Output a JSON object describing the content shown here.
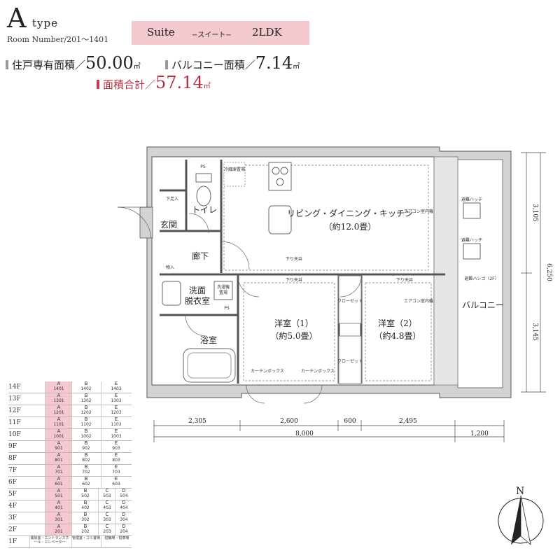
{
  "header": {
    "type_letter": "A",
    "type_word": "type",
    "room_number": "Room Number/201〜1401",
    "suite_label": "Suite",
    "suite_kana": "−スイート−",
    "layout": "2LDK"
  },
  "areas": {
    "private_label": "住戸専有面積／",
    "private_value": "50.00",
    "private_unit": "㎡",
    "balcony_label": "バルコニー面積／",
    "balcony_value": "7.14",
    "balcony_unit": "㎡",
    "total_label": "面積合計／",
    "total_value": "57.14",
    "total_unit": "㎡"
  },
  "rooms": {
    "ldk_name": "リビング・ダイニング・キッチン",
    "ldk_size": "（約12.0畳）",
    "western1_name": "洋室（1）",
    "western1_size": "（約5.0畳）",
    "western2_name": "洋室（2）",
    "western2_size": "（約4.8畳）",
    "entrance": "玄関",
    "toilet": "トイレ",
    "hallway": "廊下",
    "wash1": "洗面",
    "wash2": "脱衣室",
    "bath": "浴室",
    "balcony": "バルコニー",
    "storage": "物入",
    "shoebox": "下足入",
    "ps1": "PS",
    "ps2": "PS",
    "fridge": "冷蔵庫置場",
    "washer1": "洗濯機",
    "washer2": "置場",
    "closet1": "クローゼット",
    "closet2": "クローゼット",
    "hatch1": "避難ハッチ",
    "hatch2": "避難ハッチ",
    "ladder": "避難ハシゴ（2F）",
    "ceiling1": "下り天井",
    "ceiling2": "下り天井",
    "ceiling3": "下り天井",
    "aircon1": "エアコン室内機",
    "aircon2": "エアコン室内機",
    "curtain1": "カーテンボックス",
    "curtain2": "カーテンボックス"
  },
  "dimensions": {
    "d1": "2,305",
    "d2": "2,600",
    "d3": "600",
    "d4": "2,495",
    "total": "8,000",
    "balcony_depth": "1,200",
    "v1": "3,105",
    "v2": "3,145",
    "vtotal": "6,250"
  },
  "floor_table": {
    "floors": [
      {
        "floor": "14F",
        "cells": [
          [
            "A",
            "1401"
          ],
          [
            "B",
            "1402"
          ],
          [
            "E",
            "1403"
          ]
        ]
      },
      {
        "floor": "13F",
        "cells": [
          [
            "A",
            "1301"
          ],
          [
            "B",
            "1302"
          ],
          [
            "E",
            "1303"
          ]
        ]
      },
      {
        "floor": "12F",
        "cells": [
          [
            "A",
            "1201"
          ],
          [
            "B",
            "1202"
          ],
          [
            "E",
            "1203"
          ]
        ]
      },
      {
        "floor": "11F",
        "cells": [
          [
            "A",
            "1101"
          ],
          [
            "B",
            "1102"
          ],
          [
            "E",
            "1103"
          ]
        ]
      },
      {
        "floor": "10F",
        "cells": [
          [
            "A",
            "1001"
          ],
          [
            "B",
            "1002"
          ],
          [
            "E",
            "1003"
          ]
        ]
      },
      {
        "floor": "9F",
        "cells": [
          [
            "A",
            "901"
          ],
          [
            "B",
            "902"
          ],
          [
            "E",
            "903"
          ]
        ]
      },
      {
        "floor": "8F",
        "cells": [
          [
            "A",
            "801"
          ],
          [
            "B",
            "802"
          ],
          [
            "E",
            "803"
          ]
        ]
      },
      {
        "floor": "7F",
        "cells": [
          [
            "A",
            "701"
          ],
          [
            "B",
            "702"
          ],
          [
            "E",
            "703"
          ]
        ]
      },
      {
        "floor": "6F",
        "cells": [
          [
            "A",
            "601"
          ],
          [
            "B",
            "602"
          ],
          [
            "E",
            "603"
          ]
        ]
      },
      {
        "floor": "5F",
        "cells": [
          [
            "A",
            "501"
          ],
          [
            "B",
            "502"
          ],
          [
            "C",
            "503"
          ],
          [
            "D",
            "504"
          ]
        ]
      },
      {
        "floor": "4F",
        "cells": [
          [
            "A",
            "401"
          ],
          [
            "B",
            "402"
          ],
          [
            "C",
            "403"
          ],
          [
            "D",
            "404"
          ]
        ]
      },
      {
        "floor": "3F",
        "cells": [
          [
            "A",
            "301"
          ],
          [
            "B",
            "302"
          ],
          [
            "C",
            "303"
          ],
          [
            "D",
            "304"
          ]
        ]
      },
      {
        "floor": "2F",
        "cells": [
          [
            "A",
            "201"
          ],
          [
            "B",
            "202"
          ],
          [
            "C",
            "203"
          ],
          [
            "D",
            "204"
          ]
        ]
      },
      {
        "floor": "1F",
        "cells": [
          [
            "風除室・エントランスホール・エレベーター",
            ""
          ],
          [
            "管理室・ゴミ置場",
            ""
          ],
          [
            "駐輪場・駐車場",
            ""
          ]
        ]
      }
    ]
  },
  "compass": {
    "north": "N"
  }
}
